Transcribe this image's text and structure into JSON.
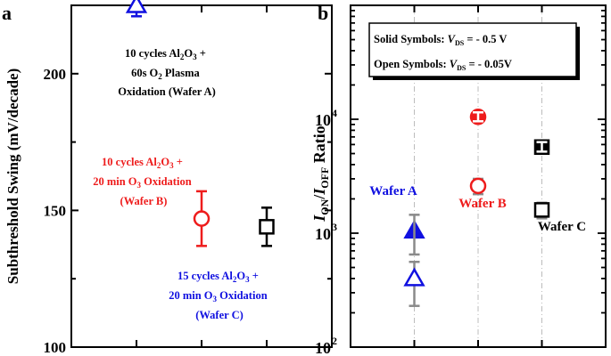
{
  "panels": {
    "a": {
      "label": "a"
    },
    "b": {
      "label": "b"
    }
  },
  "colors": {
    "blue": "#1010e0",
    "red": "#ee1c1c",
    "black": "#000000",
    "grid": "#bcbcbc"
  },
  "chart_data": [
    {
      "panel": "a",
      "type": "scatter",
      "ylabel": "Subthreshold Swing (mV/decade)",
      "ylim": [
        100,
        225
      ],
      "yticks": [
        100,
        150,
        200
      ],
      "xlabel": "",
      "xlim": [
        0,
        4
      ],
      "grid": false,
      "points": [
        {
          "id": "wafer-a",
          "x": 1,
          "y": 225,
          "err": 4,
          "marker": "triangle-open",
          "color": "#1010e0",
          "annotation": [
            "10 cycles Al2O3 +",
            "60s O2 Plasma",
            "Oxidation (Wafer A)"
          ],
          "annotation_color": "#000000"
        },
        {
          "id": "wafer-b",
          "x": 2,
          "y": 147,
          "err": 10,
          "marker": "circle-open",
          "color": "#ee1c1c",
          "annotation": [
            "10 cycles Al2O3 +",
            "20 min O3 Oxidation",
            "(Wafer B)"
          ],
          "annotation_color": "#ee1c1c"
        },
        {
          "id": "wafer-c",
          "x": 3,
          "y": 144,
          "err": 7,
          "marker": "square-open",
          "color": "#000000",
          "annotation": [
            "15 cycles Al2O3 +",
            "20 min O3 Oxidation",
            "(Wafer C)"
          ],
          "annotation_color": "#1010e0"
        }
      ]
    },
    {
      "panel": "b",
      "type": "scatter",
      "ylabel": "ION/IOFF Ratio",
      "yscale": "log",
      "ylim": [
        100,
        100000
      ],
      "yticks": [
        100,
        1000,
        10000
      ],
      "ytick_labels": [
        "10^2",
        "10^3",
        "10^4"
      ],
      "xlim": [
        0,
        4
      ],
      "grid": "vertical dash-dot at each wafer",
      "legend": [
        "Solid Symbols: VDS = - 0.5 V",
        "Open Symbols: VDS = - 0.05V"
      ],
      "legend_position": "top-right",
      "series": [
        {
          "name": "Wafer A",
          "color": "#1010e0",
          "points": [
            {
              "x": 1,
              "y": 1050,
              "err_low": 650,
              "err_high": 1450,
              "marker": "triangle-filled"
            },
            {
              "x": 1,
              "y": 400,
              "err_low": 230,
              "err_high": 560,
              "marker": "triangle-open"
            }
          ]
        },
        {
          "name": "Wafer B",
          "color": "#ee1c1c",
          "points": [
            {
              "x": 2,
              "y": 10500,
              "err_low": 9600,
              "err_high": 11500,
              "marker": "circle-filled"
            },
            {
              "x": 2,
              "y": 2600,
              "err_low": 2200,
              "err_high": 3000,
              "marker": "circle-open"
            }
          ]
        },
        {
          "name": "Wafer C",
          "color": "#000000",
          "points": [
            {
              "x": 3,
              "y": 5700,
              "err_low": 5200,
              "err_high": 6300,
              "marker": "square-filled"
            },
            {
              "x": 3,
              "y": 1600,
              "err_low": 1350,
              "err_high": 1850,
              "marker": "square-open"
            }
          ]
        }
      ]
    }
  ]
}
